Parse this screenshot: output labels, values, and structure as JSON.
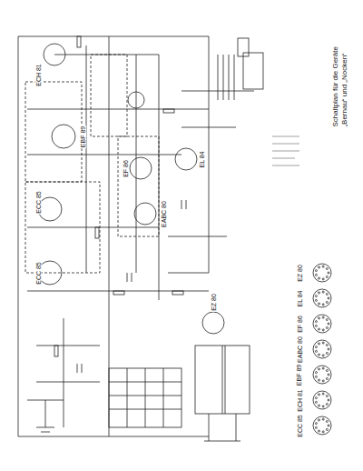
{
  "diagram": {
    "title": "Schaltplan für die Geräte „Bernau“ und „Nocken“",
    "labels": [
      "ECC 85",
      "ECC 85",
      "EBF 89",
      "ECH 81",
      "EF 86",
      "EABC 80",
      "EL 84",
      "EZ 80",
      "EZ 80",
      "EL 84",
      "EF 86",
      "EABC 80",
      "EBF 89",
      "ECH 81",
      "ECC 85"
    ]
  }
}
